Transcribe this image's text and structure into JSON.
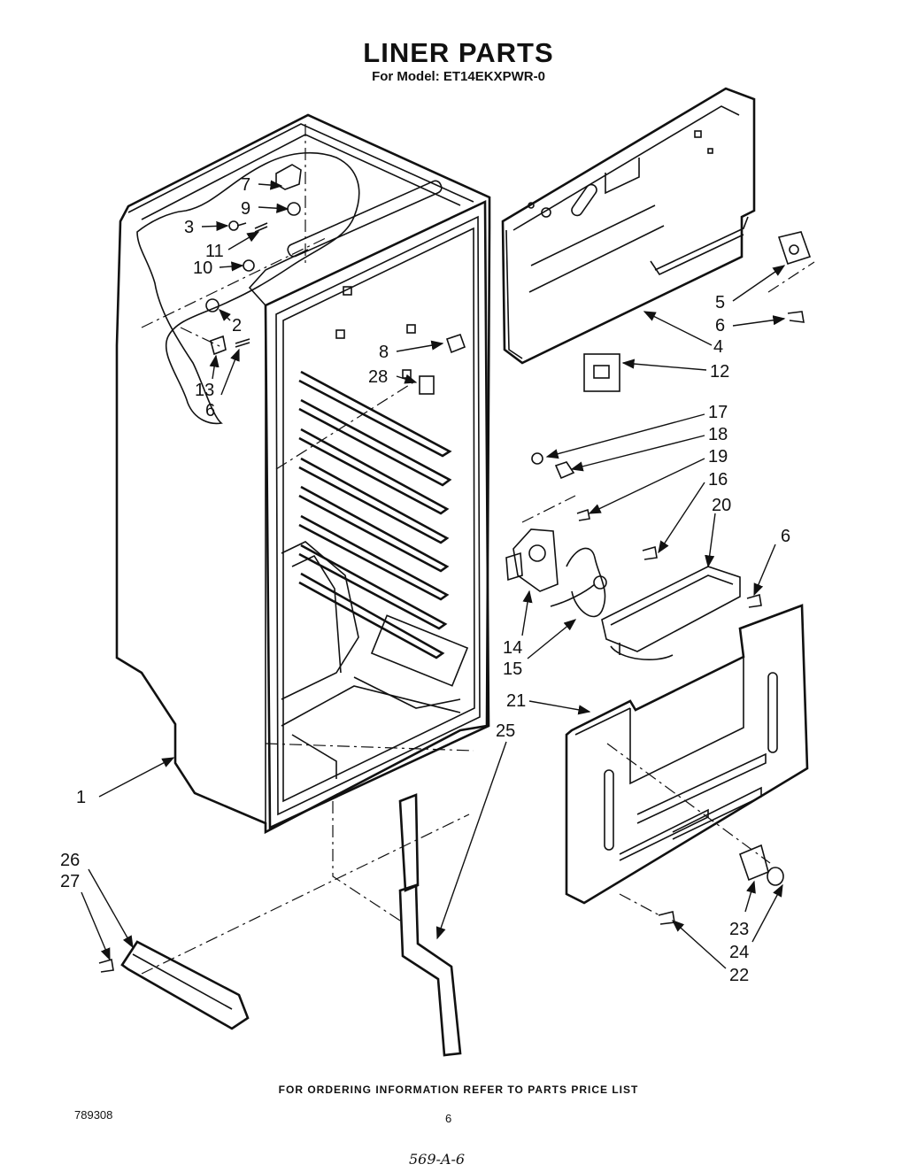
{
  "header": {
    "title": "LINER PARTS",
    "subtitle": "For Model: ET14EKXPWR-0"
  },
  "footer": {
    "ordering_note": "FOR ORDERING INFORMATION REFER TO PARTS PRICE LIST",
    "document_number": "789308",
    "page_number": "6",
    "handwritten_note": "569-A-6"
  },
  "callouts": [
    "7",
    "9",
    "3",
    "11",
    "10",
    "2",
    "13",
    "6",
    "8",
    "28",
    "5",
    "6",
    "4",
    "12",
    "17",
    "18",
    "19",
    "16",
    "20",
    "6",
    "14",
    "15",
    "21",
    "25",
    "1",
    "23",
    "24",
    "22",
    "26",
    "27"
  ]
}
